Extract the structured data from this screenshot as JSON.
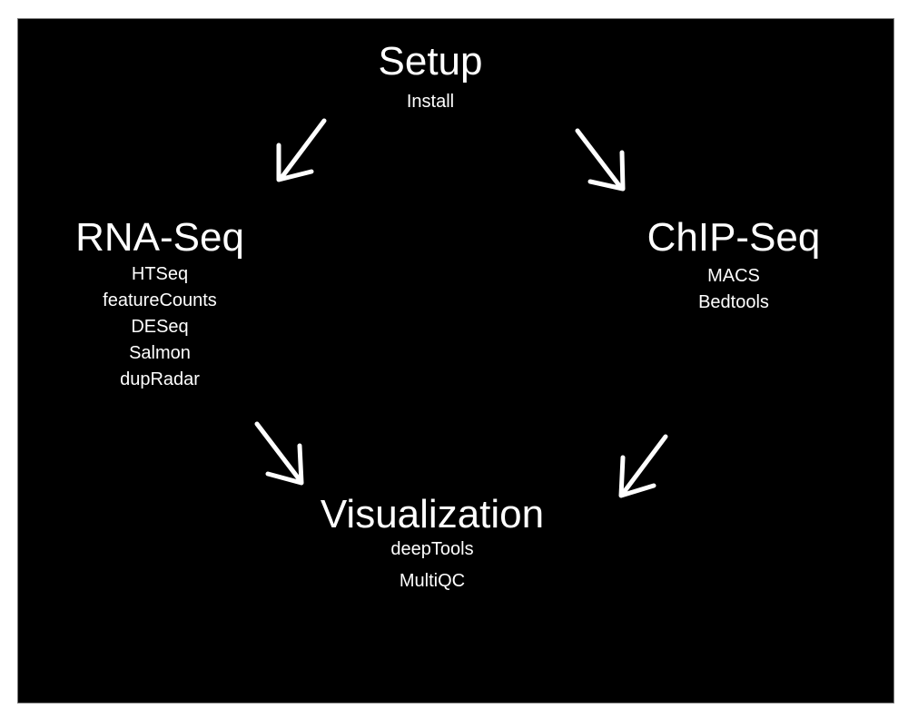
{
  "nodes": {
    "setup": {
      "title": "Setup",
      "items": [
        "Install"
      ]
    },
    "rna_seq": {
      "title": "RNA-Seq",
      "items": [
        "HTSeq",
        "featureCounts",
        "DESeq",
        "Salmon",
        "dupRadar"
      ]
    },
    "chip_seq": {
      "title": "ChIP-Seq",
      "items": [
        "MACS",
        "Bedtools"
      ]
    },
    "visualization": {
      "title": "Visualization",
      "items": [
        "deepTools",
        "MultiQC"
      ]
    }
  },
  "edges": [
    {
      "from": "Setup",
      "to": "RNA-Seq",
      "icon": "arrow-down-left-icon"
    },
    {
      "from": "Setup",
      "to": "ChIP-Seq",
      "icon": "arrow-down-right-icon"
    },
    {
      "from": "RNA-Seq",
      "to": "Visualization",
      "icon": "arrow-down-right-icon"
    },
    {
      "from": "ChIP-Seq",
      "to": "Visualization",
      "icon": "arrow-down-left-icon"
    }
  ],
  "colors": {
    "background": "#000000",
    "foreground": "#ffffff",
    "page": "#ffffff"
  }
}
